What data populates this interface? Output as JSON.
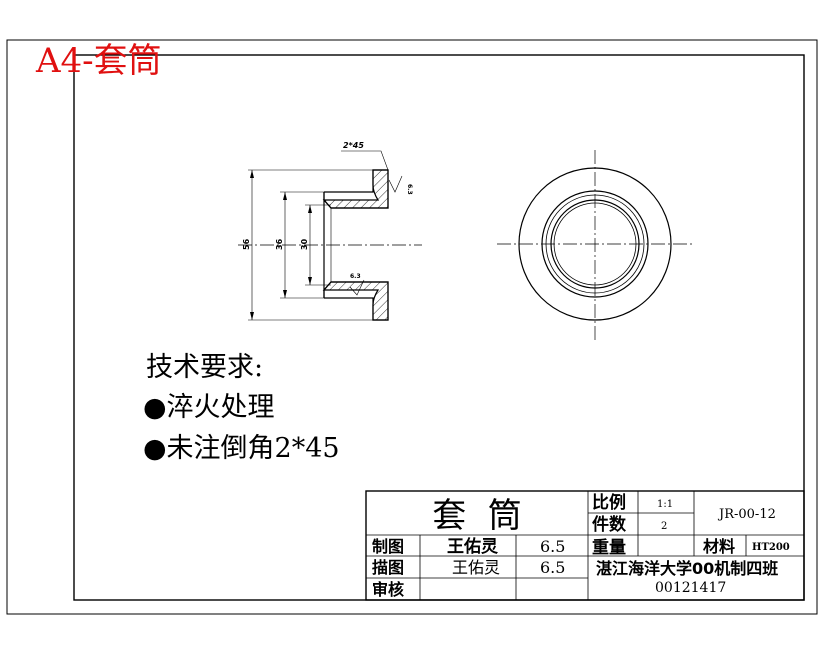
{
  "sheet": {
    "label": "A4-套筒",
    "label_color": "#e01010",
    "line_color": "#000000"
  },
  "dimensions": {
    "chamfer": "2*45",
    "overall_diameter": "56",
    "bore_diameter": "36",
    "inner_diameter": "30",
    "roughness_top": "6.3",
    "roughness_bore": "6.3"
  },
  "requirements": {
    "heading": "技术要求:",
    "items": [
      "●淬火处理",
      "●未注倒角2*45"
    ]
  },
  "title_block": {
    "part_name": "套  筒",
    "scale_label": "比例",
    "scale_value": "1:1",
    "drawing_no": "JR-00-12",
    "qty_label": "件数",
    "qty_value": "2",
    "drawn_label": "制图",
    "drawn_name": "王佑灵",
    "drawn_date": "6.5",
    "weight_label": "重量",
    "material_label": "材料",
    "material_value": "HT200",
    "traced_label": "描图",
    "traced_name": "王佑灵",
    "traced_date": "6.5",
    "school": "湛江海洋大学00机制四班",
    "checked_label": "审核",
    "student_id": "00121417"
  }
}
